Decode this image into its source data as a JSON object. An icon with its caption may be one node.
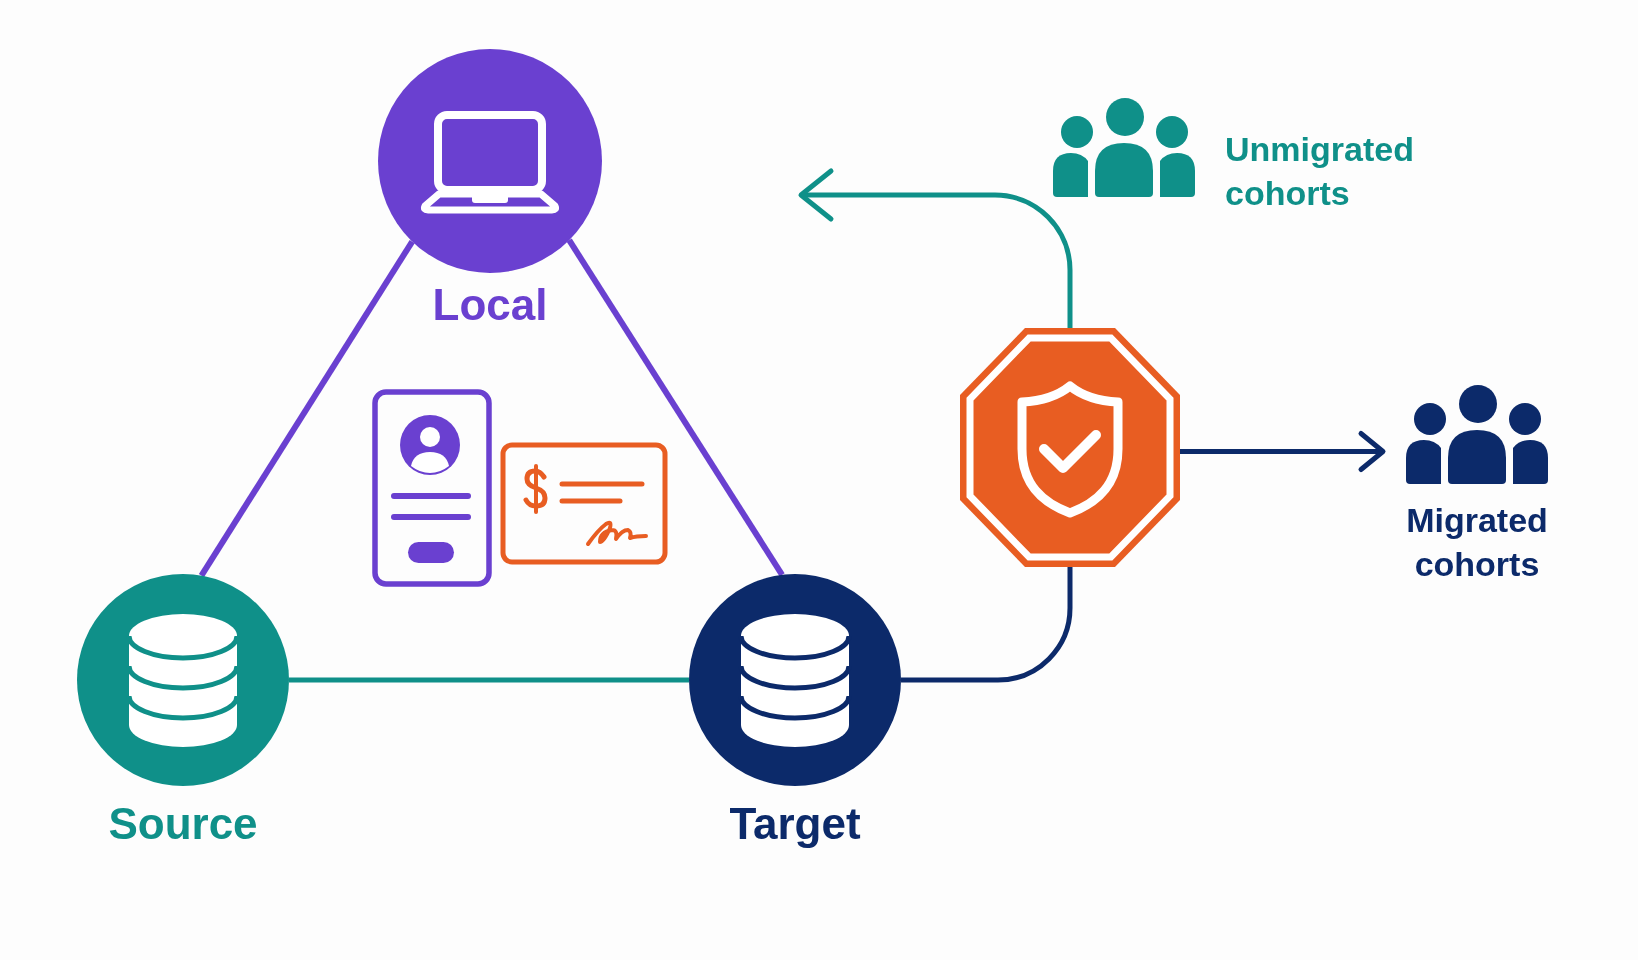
{
  "diagram": {
    "nodes": [
      {
        "text": [
          "Local"
        ]
      },
      {
        "text": [
          "Unmigrated cohorts"
        ]
      },
      {
        "text": [],
        "shape": "octagon"
      },
      {
        "text": [
          "Migrated cohorts"
        ]
      },
      {
        "text": [
          "Source"
        ]
      },
      {
        "text": [
          "Target"
        ]
      }
    ],
    "edges": [
      {
        "from": 0,
        "to": 4,
        "arrow": "none",
        "color": "#6a40d0"
      },
      {
        "from": 0,
        "to": 5,
        "arrow": "none",
        "color": "#6a40d0"
      },
      {
        "from": 4,
        "to": 5,
        "arrow": "none",
        "color": "#0f9089"
      },
      {
        "from": 5,
        "to": 2,
        "arrow": "none",
        "color": "#0c2a6a"
      },
      {
        "from": 2,
        "to": 3,
        "arrow": "to",
        "color": "#0c2a6a"
      },
      {
        "from": 2,
        "to": null,
        "arrow": "to",
        "color": "#0f9089"
      }
    ]
  }
}
